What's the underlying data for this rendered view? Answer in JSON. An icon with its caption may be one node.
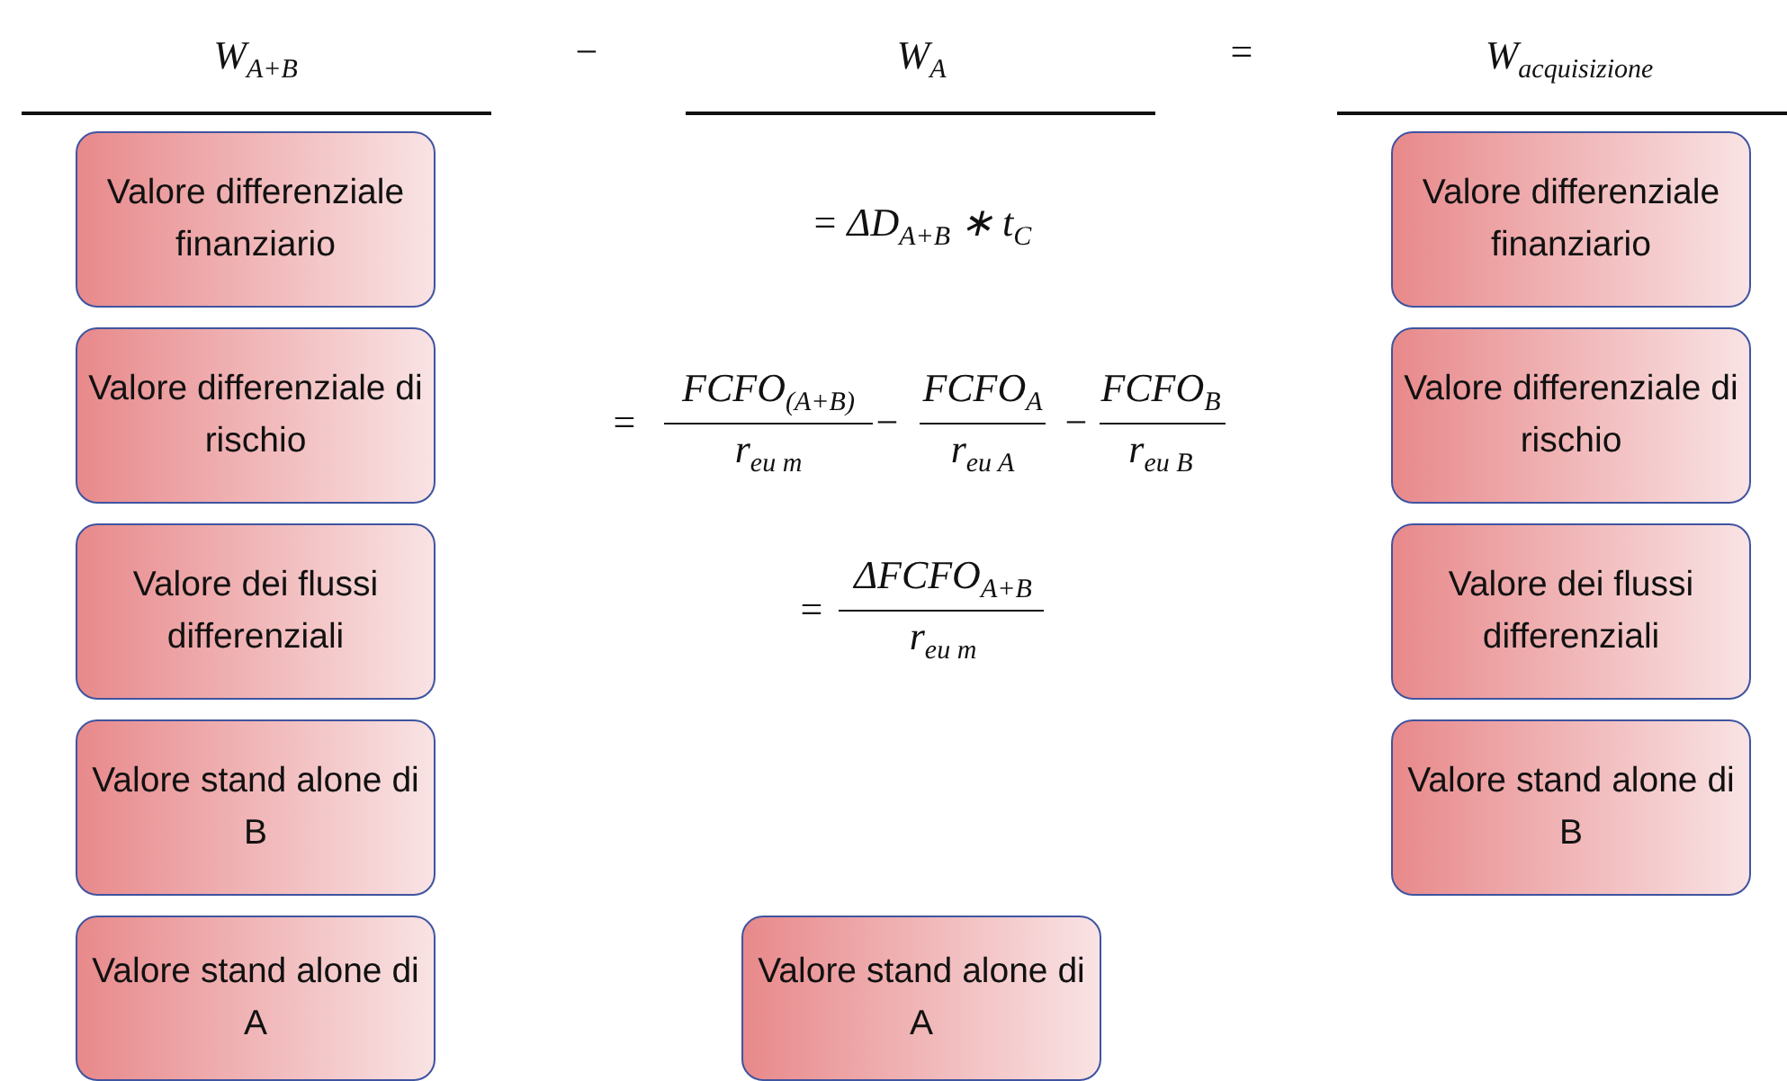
{
  "diagram": {
    "nodes": [
      {
        "text": [
          "Valore differenziale finanziario"
        ]
      },
      {
        "text": [
          "Valore differenziale finanziario"
        ]
      },
      {
        "text": [
          "Valore differenziale di rischio"
        ]
      },
      {
        "text": [
          "Valore differenziale di rischio"
        ]
      },
      {
        "text": [
          "Valore dei flussi differenziali"
        ]
      },
      {
        "text": [
          "Valore dei flussi differenziali"
        ]
      },
      {
        "text": [
          "Valore stand alone di B"
        ]
      },
      {
        "text": [
          "Valore stand alone di B"
        ]
      },
      {
        "text": [
          "Valore stand alone di A"
        ]
      },
      {
        "text": [
          "Valore stand alone di A"
        ]
      }
    ],
    "labels": [
      "W$_{A+B}$",
      "−",
      "W$_{A}$",
      "=",
      "W$_{acquisizione}$",
      "= ΔD$_{A+B}$ ∗ t$_{C}$",
      "=",
      "FCFO$_{(A+B)}$",
      "r$_{eu m}$",
      "−",
      "FCFO$_{A}$",
      "r$_{eu A}$",
      "−",
      "FCFO$_{B}$",
      "r$_{eu B}$",
      "=",
      "ΔFCFO$_{A+B}$",
      "r$_{eu m}$"
    ]
  }
}
